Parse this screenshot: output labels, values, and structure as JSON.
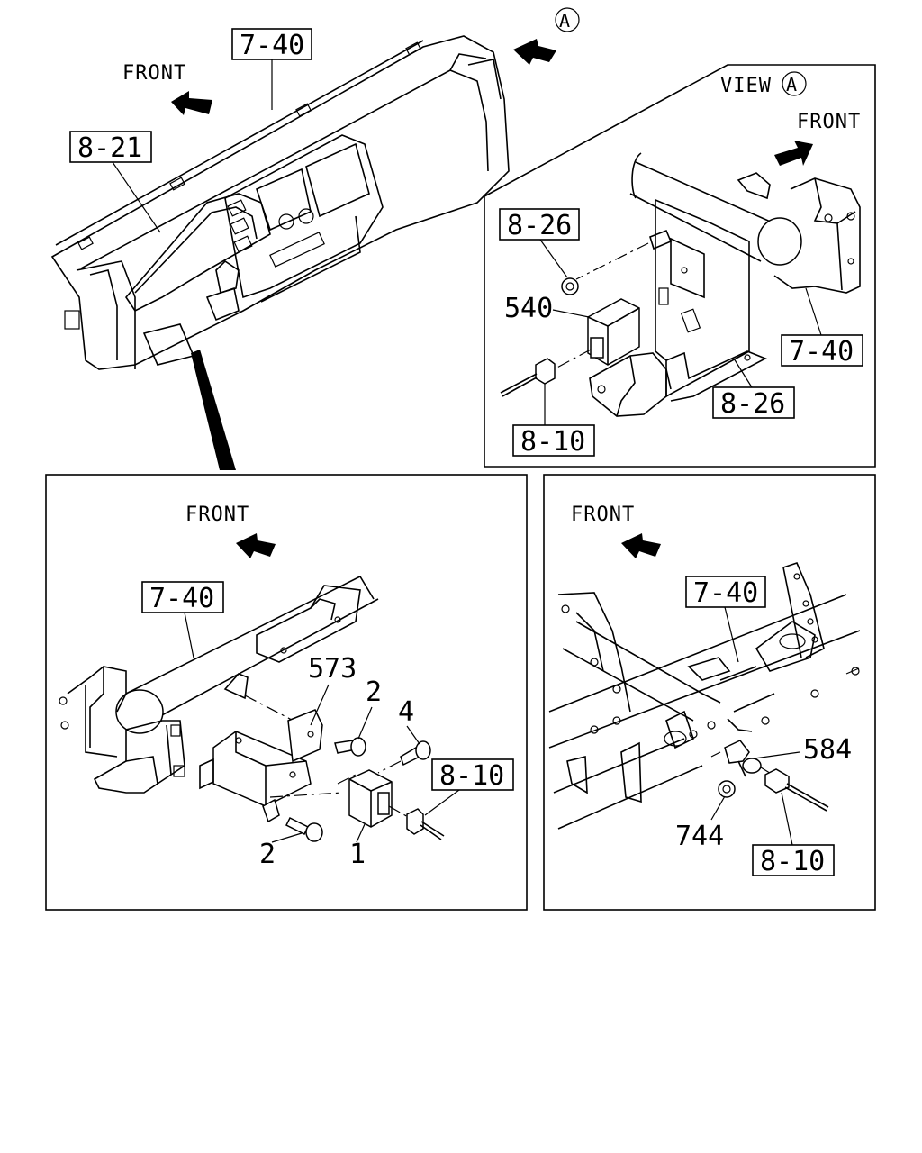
{
  "labels": {
    "top_7_40": "7-40",
    "top_8_21": "8-21",
    "top_front": "FRONT",
    "top_view_marker": "A",
    "view_title": "VIEW",
    "view_marker": "A",
    "view_front": "FRONT",
    "view_8_26_a": "8-26",
    "view_540": "540",
    "view_7_40": "7-40",
    "view_8_26_b": "8-26",
    "view_8_10": "8-10",
    "left_front": "FRONT",
    "left_7_40": "7-40",
    "left_573": "573",
    "left_2_a": "2",
    "left_4": "4",
    "left_8_10": "8-10",
    "left_2_b": "2",
    "left_1": "1",
    "right_front": "FRONT",
    "right_7_40": "7-40",
    "right_584": "584",
    "right_744": "744",
    "right_8_10": "8-10"
  }
}
